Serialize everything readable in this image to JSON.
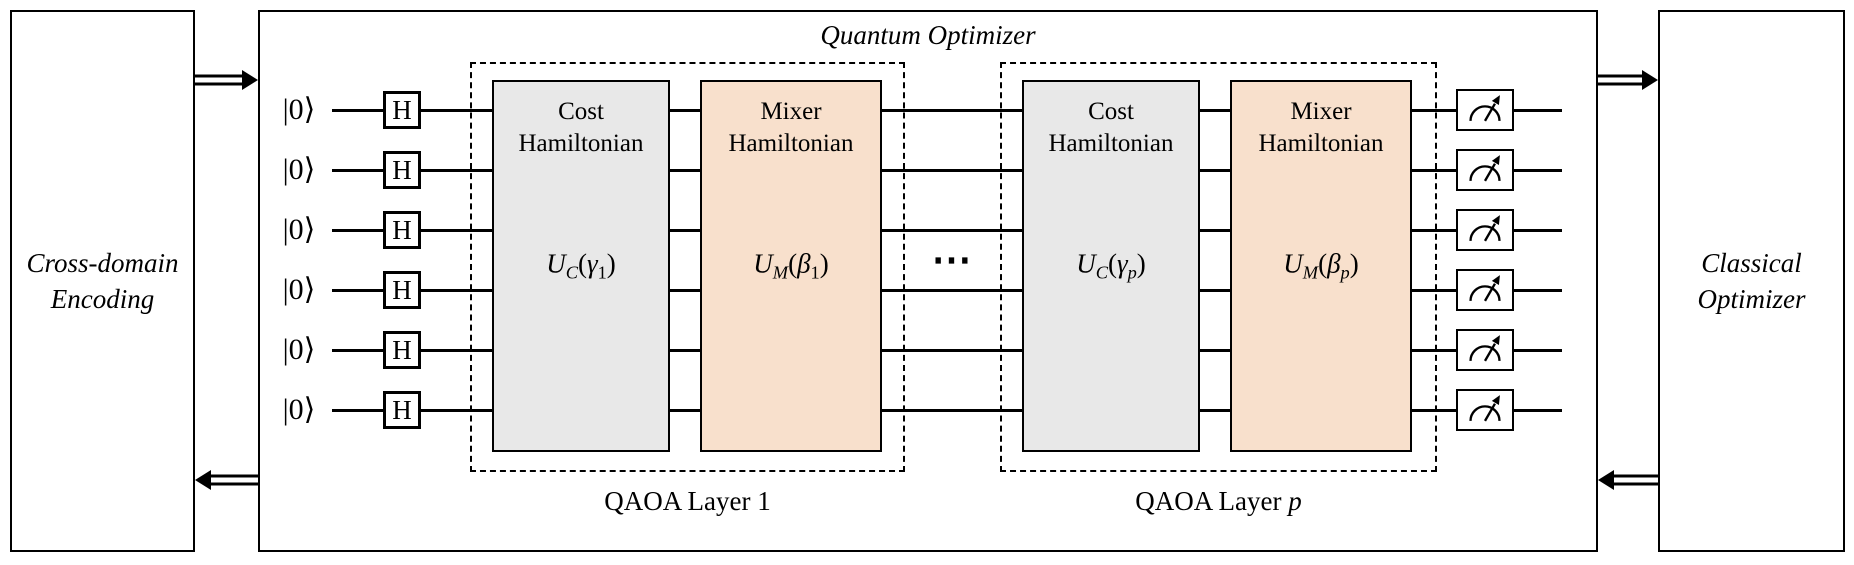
{
  "colors": {
    "ink": "#000000",
    "background": "#ffffff",
    "cost_fill": "#e8e8e8",
    "mixer_fill": "#f8e0cc"
  },
  "panels": {
    "encoding": {
      "line1": "Cross-domain",
      "line2": "Encoding"
    },
    "classical": {
      "line1": "Classical",
      "line2": "Optimizer"
    }
  },
  "quantum_optimizer": {
    "title": "Quantum Optimizer"
  },
  "qubits": {
    "count": 6,
    "ket": "|0⟩",
    "hadamard": "H"
  },
  "ellipsis": "⋯",
  "layers": [
    {
      "label": "QAOA Layer 1",
      "cost": {
        "line1": "Cost",
        "line2": "Hamiltonian",
        "u": "U",
        "u_sub": "C",
        "open": "(",
        "param": "γ",
        "param_sub": "1",
        "close": ")"
      },
      "mixer": {
        "line1": "Mixer",
        "line2": "Hamiltonian",
        "u": "U",
        "u_sub": "M",
        "open": "(",
        "param": "β",
        "param_sub": "1",
        "close": ")"
      }
    },
    {
      "label_prefix": "QAOA Layer ",
      "label_var": "p",
      "cost": {
        "line1": "Cost",
        "line2": "Hamiltonian",
        "u": "U",
        "u_sub": "C",
        "open": "(",
        "param": "γ",
        "param_sub": "p",
        "close": ")"
      },
      "mixer": {
        "line1": "Mixer",
        "line2": "Hamiltonian",
        "u": "U",
        "u_sub": "M",
        "open": "(",
        "param": "β",
        "param_sub": "p",
        "close": ")"
      }
    }
  ],
  "icons": {
    "measurement": "gauge-meter-icon",
    "flow_arrows": "double-line-arrow"
  }
}
